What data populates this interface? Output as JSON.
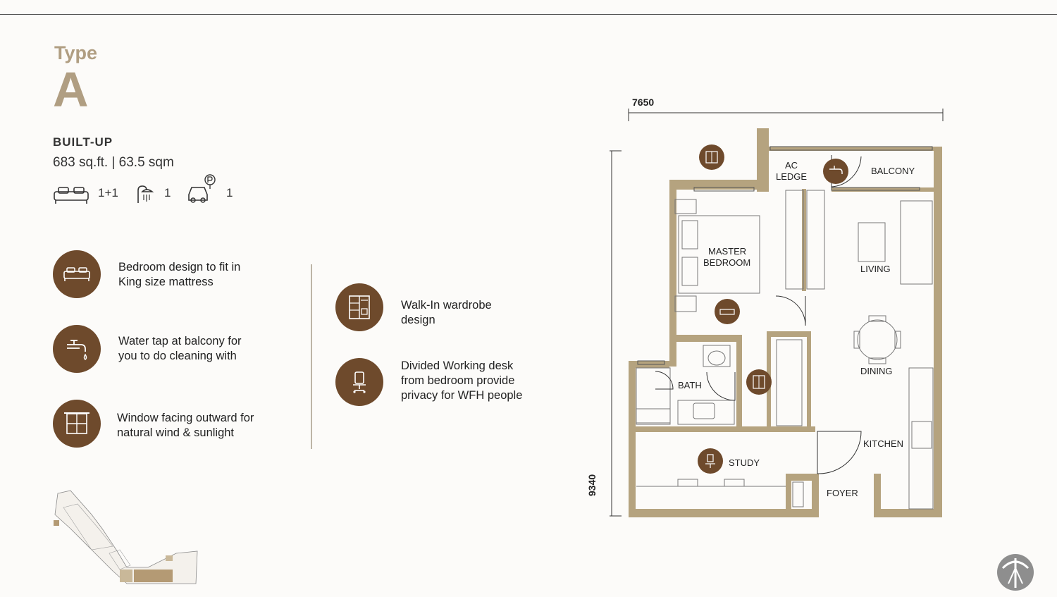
{
  "header": {
    "type_word": "Type",
    "type_letter": "A"
  },
  "built_up": {
    "label": "BUILT-UP",
    "size": "683 sq.ft. | 63.5 sqm"
  },
  "specs": [
    {
      "icon": "bed-icon",
      "value": "1+1"
    },
    {
      "icon": "shower-icon",
      "value": "1"
    },
    {
      "icon": "car-parking-icon",
      "value": "1"
    }
  ],
  "features": [
    {
      "icon": "bed-icon",
      "text_line1": "Bedroom design to fit in",
      "text_line2": "King size mattress"
    },
    {
      "icon": "water-tap-icon",
      "text_line1": "Water tap at balcony for",
      "text_line2": "you to do cleaning with"
    },
    {
      "icon": "window-icon",
      "text_line1": "Window facing outward for",
      "text_line2": "natural wind & sunlight"
    },
    {
      "icon": "wardrobe-icon",
      "text_line1": "Walk-In  wardrobe",
      "text_line2": "design"
    },
    {
      "icon": "office-chair-icon",
      "text_line1": "Divided Working desk",
      "text_line2": "from bedroom provide",
      "text_line3": "privacy for WFH people"
    }
  ],
  "floorplan": {
    "width_dim": "7650",
    "height_dim": "9340",
    "rooms": {
      "ac_ledge_1": "AC",
      "ac_ledge_2": "LEDGE",
      "balcony": "BALCONY",
      "master_1": "MASTER",
      "master_2": "BEDROOM",
      "living": "LIVING",
      "dining": "DINING",
      "bath": "BATH",
      "kitchen": "KITCHEN",
      "study": "STUDY",
      "foyer": "FOYER"
    }
  },
  "colors": {
    "accent": "#b09e82",
    "icon_bg": "#6e4a2c",
    "wall": "#b5a37f"
  }
}
